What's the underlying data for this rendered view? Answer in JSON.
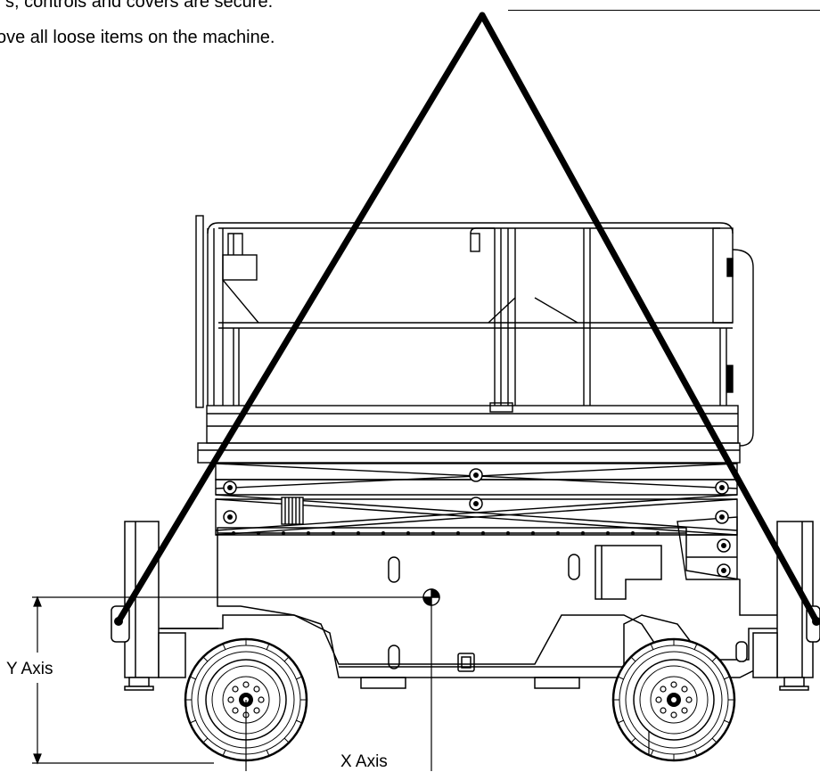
{
  "instructions": [
    "s, controls and covers are secure.",
    "ove all loose items on the machine."
  ],
  "axes": {
    "y_label": "Y Axis",
    "x_label": "X Axis"
  },
  "colors": {
    "line": "#000000",
    "background": "#ffffff"
  }
}
